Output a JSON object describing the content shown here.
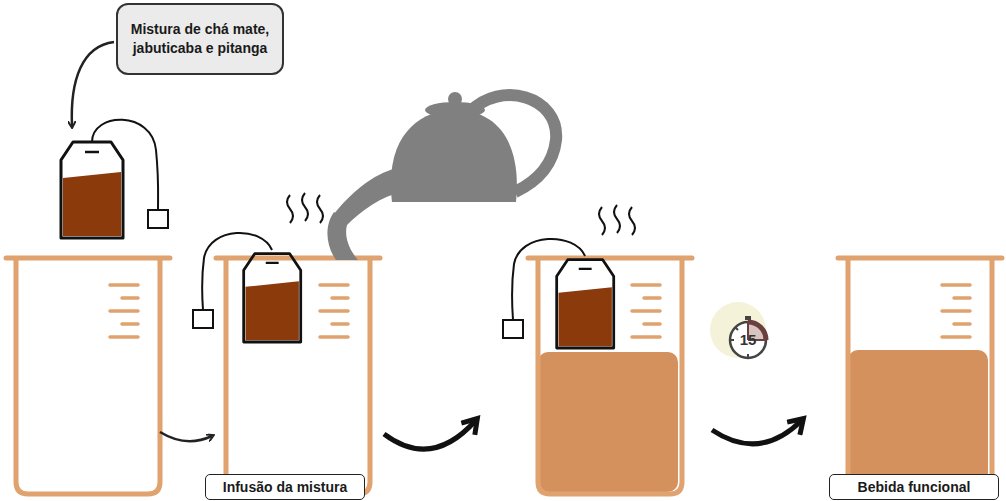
{
  "diagram": {
    "nodes": [
      {
        "text": [
          "Mistura de chá mate, jabuticaba e pitanga"
        ]
      },
      {
        "text": [
          "15"
        ]
      },
      {
        "text": [
          "Infusão da mistura"
        ]
      },
      {
        "text": [
          "Bebida funcional"
        ]
      }
    ]
  }
}
